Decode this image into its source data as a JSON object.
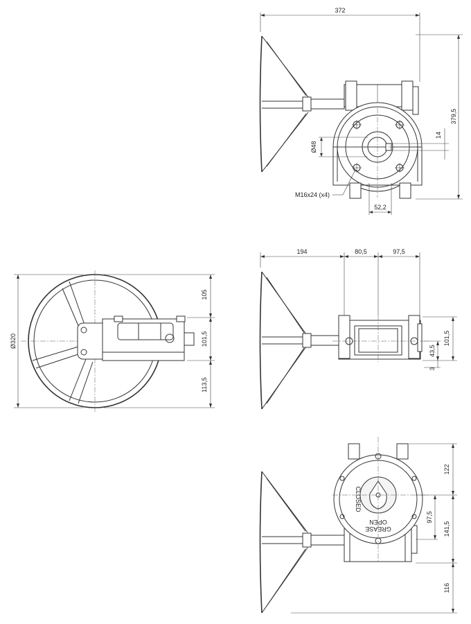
{
  "top_view": {
    "dim_width": "372",
    "dim_height": "379,5",
    "dim_bore": "Ø48",
    "dim_key": "14",
    "dim_flange": "52,2",
    "callout": "M16x24 (x4)"
  },
  "left_view": {
    "dim_wheel": "Ø320",
    "dim_upper": "105",
    "dim_middle": "101,5",
    "dim_lower": "113,5"
  },
  "middle_view": {
    "dim_a": "194",
    "dim_b": "80,5",
    "dim_c": "97,5",
    "dim_height": "101,5",
    "dim_offset": "43,5",
    "dim_base": "3"
  },
  "bottom_view": {
    "dim_top": "122",
    "dim_mid": "97,5",
    "dim_span": "141,5",
    "dim_bottom": "116",
    "label_closed": "CLOSED",
    "label_open": "OPEN",
    "label_grease": "GREASE"
  }
}
